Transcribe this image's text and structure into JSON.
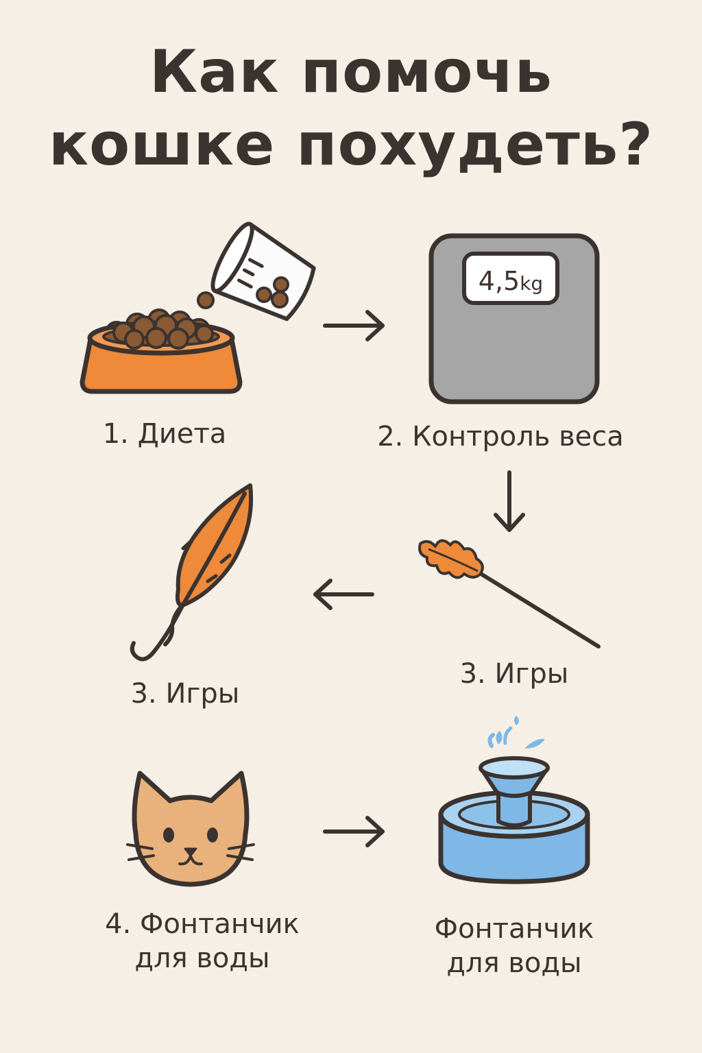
{
  "title": {
    "line1": "Как помочь",
    "line2": "кошке похудеть?"
  },
  "steps": [
    {
      "label": "1. Диета",
      "icon": "food-bowl-icon"
    },
    {
      "label": "2. Контроль веса",
      "icon": "scale-icon",
      "display": "4,5",
      "unit": "kg"
    },
    {
      "label": "3. Игры",
      "icon": "feather-wand-icon"
    },
    {
      "label": "3. Игры",
      "icon": "feather-icon"
    },
    {
      "label_line1": "4. Фонтанчик",
      "label_line2": "для воды",
      "icon": "cat-face-icon"
    },
    {
      "label_line1": "Фонтанчик",
      "label_line2": "для воды",
      "icon": "water-fountain-icon"
    }
  ],
  "colors": {
    "background": "#f6efe6",
    "outline": "#3b3330",
    "orange": "#ee8a3a",
    "kibble": "#8a5a35",
    "scale_gray": "#a6a6a6",
    "cat": "#e9b27c",
    "water_blue": "#7fb8e6"
  }
}
